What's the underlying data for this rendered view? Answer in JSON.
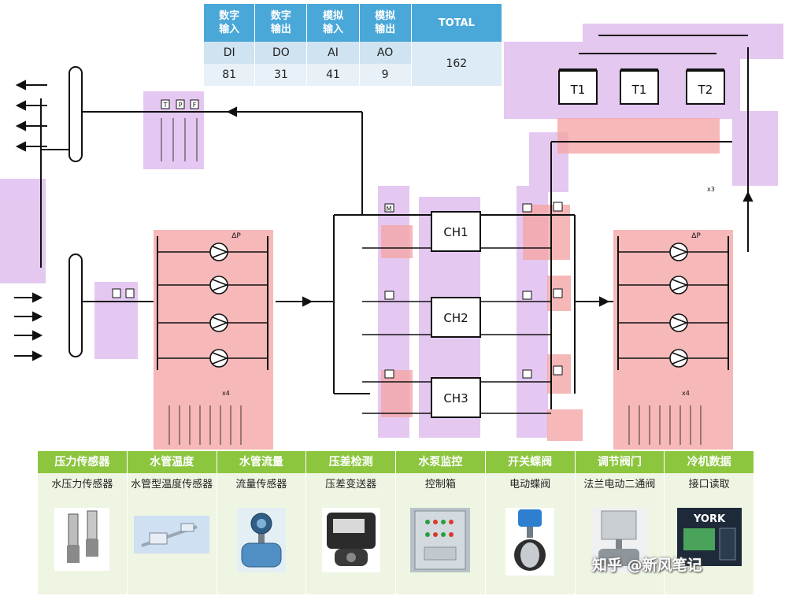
{
  "io_table": {
    "headers": [
      {
        "line1": "数字",
        "line2": "输入"
      },
      {
        "line1": "数字",
        "line2": "输出"
      },
      {
        "line1": "模拟",
        "line2": "输入"
      },
      {
        "line1": "模拟",
        "line2": "输出"
      },
      {
        "line1": "TOTAL",
        "line2": ""
      }
    ],
    "codes": [
      "DI",
      "DO",
      "AI",
      "AO"
    ],
    "counts": [
      "81",
      "31",
      "41",
      "9"
    ],
    "total": "162"
  },
  "chillers": [
    "CH1",
    "CH2",
    "CH3"
  ],
  "towers": [
    "T1",
    "T1",
    "T2"
  ],
  "sensor_labels": {
    "temperature": "T",
    "pressure": "P",
    "flow": "F",
    "motor": "M",
    "diff_pressure": "ΔP",
    "multiplier_x4": "x4",
    "multiplier_x3": "x3"
  },
  "legend": {
    "headers": [
      "压力传感器",
      "水管温度",
      "水管流量",
      "压差检测",
      "水泵监控",
      "开关蝶阀",
      "调节阀门",
      "冷机数据"
    ],
    "items": [
      "水压力传感器",
      "水管型温度传感器",
      "流量传感器",
      "压差变送器",
      "控制箱",
      "电动蝶阀",
      "法兰电动二通阀",
      "接口读取"
    ],
    "york_logo": "YORK"
  },
  "watermark": "知乎 @新风笔记",
  "colors": {
    "io_header": "#4aa8d8",
    "legend_header": "#8cc63f",
    "pump_zone": "#f4a6a6",
    "sensor_zone": "#dcb6ec"
  }
}
